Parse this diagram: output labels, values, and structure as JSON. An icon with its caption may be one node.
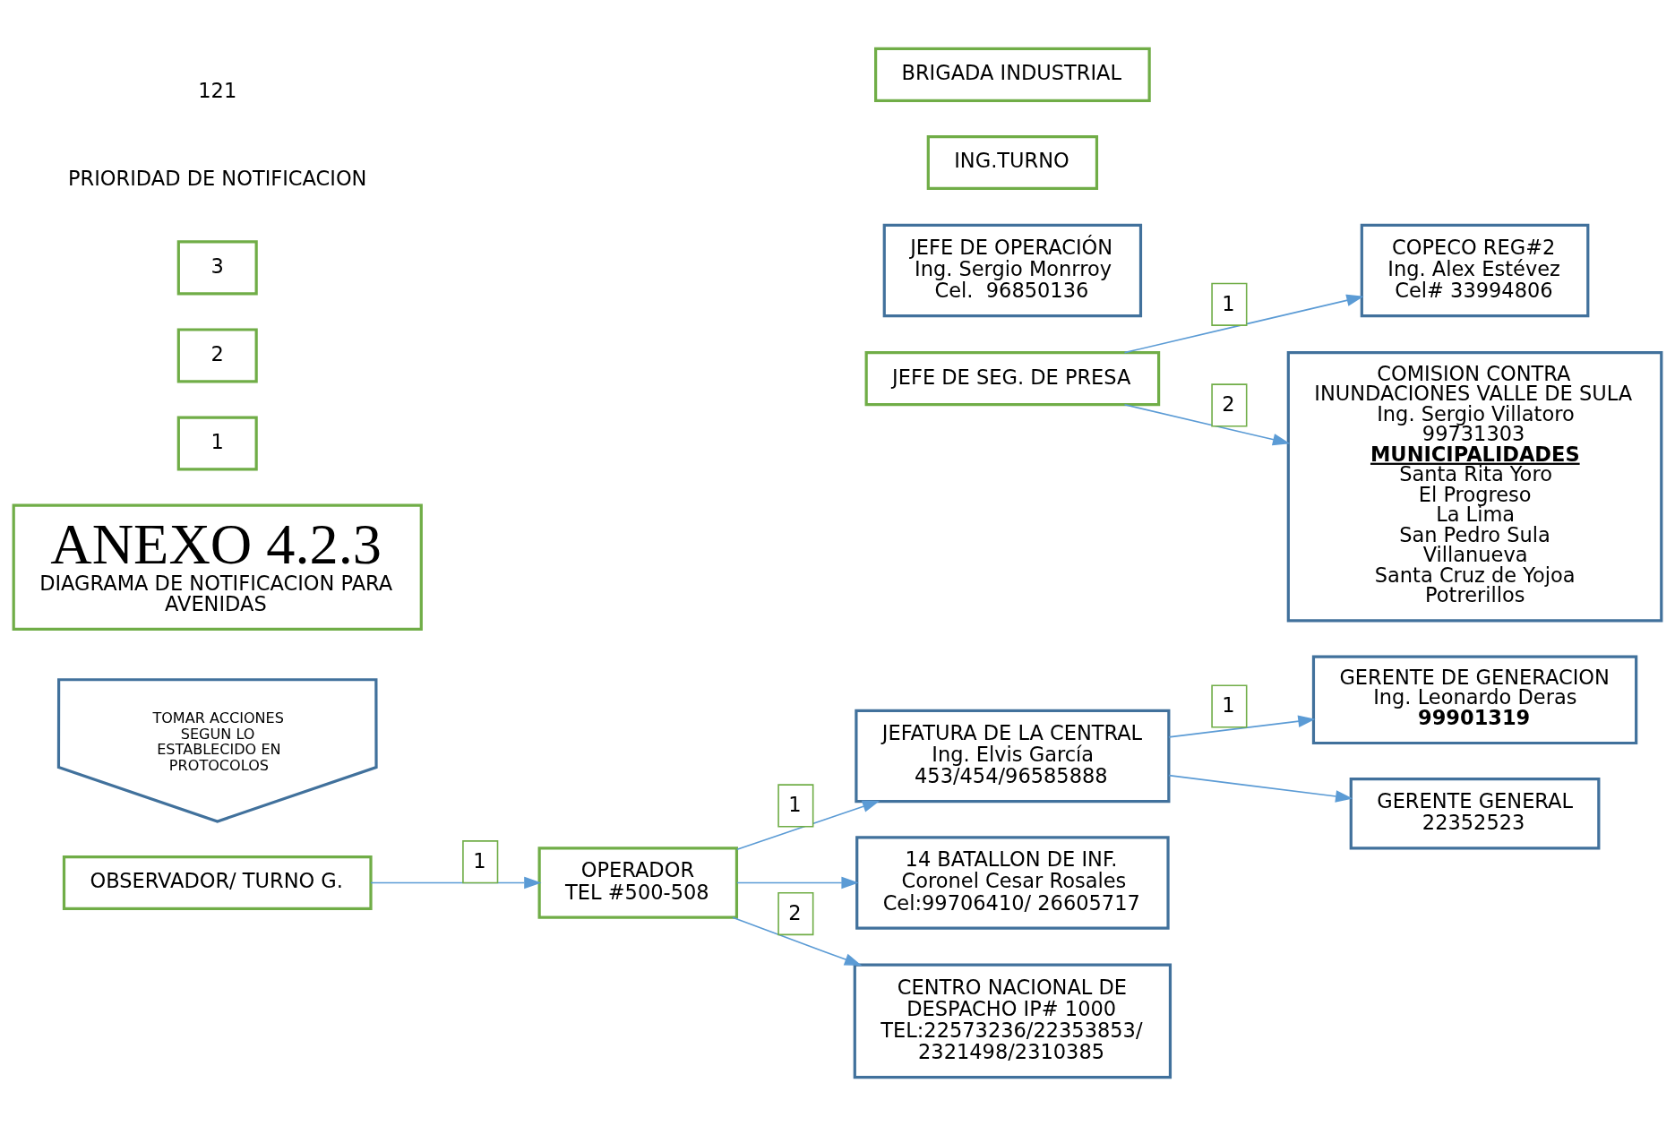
{
  "diagram": {
    "nodes": [
      {
        "text": [
          "OBSERVADOR/ TURNO G."
        ]
      },
      {
        "text": [
          "OPERADOR",
          "TEL #500-508"
        ]
      },
      {
        "text": [
          "JEFATURA DE LA CENTRAL",
          "Ing. Elvis García",
          "453/454/96585888"
        ]
      },
      {
        "text": [
          "GERENTE DE GENERACION",
          "Ing. Leonardo Deras",
          "99901319"
        ]
      },
      {
        "text": [
          "GERENTE GENERAL",
          "22352523"
        ]
      },
      {
        "text": [
          "JEFE DE SEG. DE PRESA"
        ]
      },
      {
        "text": [
          "JEFE DE OPERACIÓN",
          "Ing. Sergio Monrroy",
          "Cel.  96850136"
        ]
      },
      {
        "text": [
          "COPECO REG#2",
          "Ing. Alex Estévez",
          "Cel# 33994806"
        ]
      },
      {
        "text": [
          "COMISION CONTRA INUNDACIONES VALLE DE SULA",
          "Ing. Sergio Villatoro",
          "99731303",
          "MUNICIPALIDADES",
          "Santa Rita Yoro",
          "El Progreso",
          "La Lima",
          "San Pedro Sula",
          "Villanueva",
          "Santa Cruz de Yojoa",
          "Potrerillos"
        ]
      },
      {
        "text": [
          "ING.TURNO"
        ]
      },
      {
        "text": [
          "BRIGADA INDUSTRIAL"
        ]
      },
      {
        "text": [
          "14 BATALLON DE INF.",
          "Coronel Cesar Rosales",
          "Cel:99706410/ 26605717"
        ]
      },
      {
        "text": [
          "CENTRO NACIONAL DE DESPACHO IP# 1000",
          "TEL:22573236/22353853/ 2321498/2310385"
        ]
      },
      {
        "text": [
          "TOMAR ACCIONES SEGUN LO ESTABLECIDO EN PROTOCOLOS"
        ]
      },
      {
        "text": [
          "ANEXO 4.2.3",
          "DIAGRAMA DE NOTIFICACION PARA AVENIDAS"
        ]
      }
    ],
    "edges": [
      {
        "from": 0,
        "to": 1,
        "arrow": "to",
        "label": "1"
      },
      {
        "from": 1,
        "to": 2,
        "arrow": "to",
        "label": "1"
      },
      {
        "from": 1,
        "to": 11,
        "arrow": "to"
      },
      {
        "from": 1,
        "to": 12,
        "arrow": "to",
        "label": "2"
      },
      {
        "from": 2,
        "to": 3,
        "arrow": "to",
        "label": "1"
      },
      {
        "from": 2,
        "to": 4,
        "arrow": "to"
      },
      {
        "from": 5,
        "to": 8,
        "arrow": "to",
        "label": "2"
      },
      {
        "from": 5,
        "to": 7,
        "arrow": "to",
        "label": "1"
      }
    ],
    "labels": [
      "1",
      "2",
      "3",
      "PRIORIDAD DE NOTIFICACION",
      "121"
    ]
  }
}
